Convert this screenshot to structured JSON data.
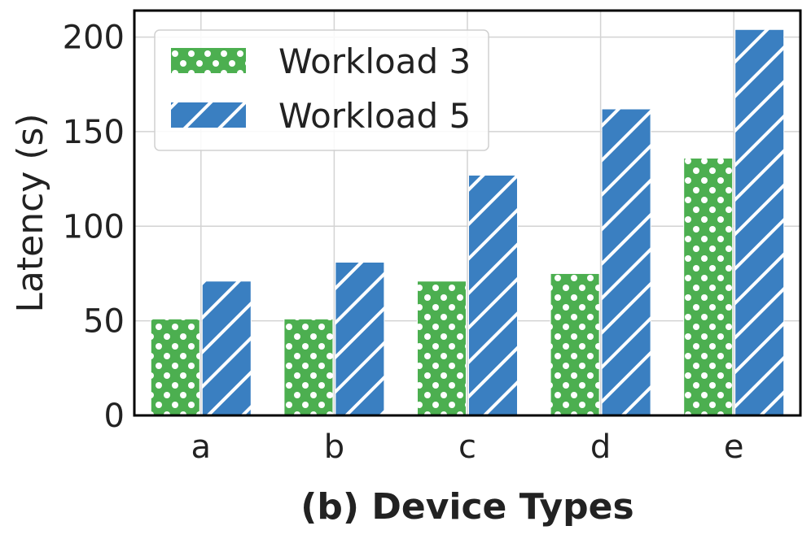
{
  "chart_data": {
    "type": "bar",
    "title": "",
    "xlabel": "(b) Device Types",
    "ylabel": "Latency (s)",
    "categories": [
      "a",
      "b",
      "c",
      "d",
      "e"
    ],
    "series": [
      {
        "name": "Workload 3",
        "values": [
          51,
          51,
          71,
          75,
          136
        ],
        "color": "#4caf50",
        "pattern": "dots"
      },
      {
        "name": "Workload 5",
        "values": [
          71,
          81,
          127,
          162,
          204
        ],
        "color": "#3a7fc1",
        "pattern": "diagonal-stripes"
      }
    ],
    "ylim": [
      0,
      214
    ],
    "yticks": [
      0,
      50,
      100,
      150,
      200
    ],
    "grid": true,
    "legend_position": "top-left"
  }
}
